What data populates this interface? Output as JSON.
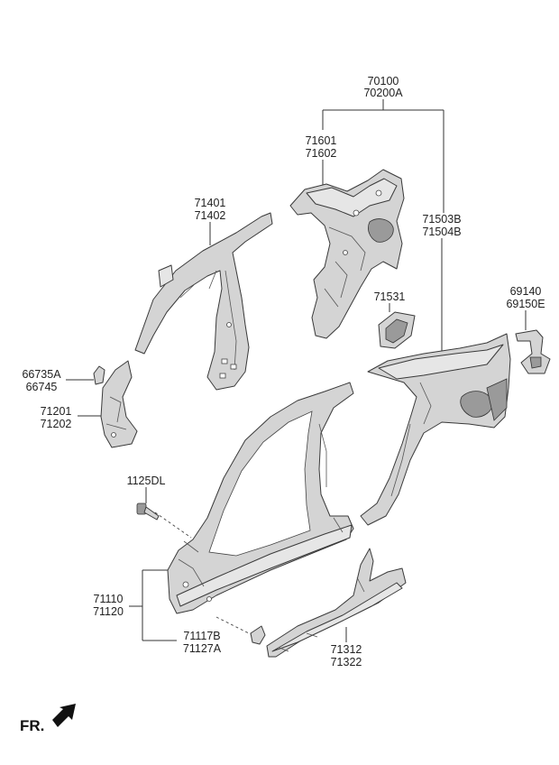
{
  "labels": {
    "side_outer_assy": [
      "70100",
      "70200A"
    ],
    "quarter_inner": [
      "71601",
      "71602"
    ],
    "roof_rail": [
      "71401",
      "71402"
    ],
    "quarter_outer": [
      "71503B",
      "71504B"
    ],
    "fuel_filler": [
      "71531"
    ],
    "bracket_rear": [
      "69140",
      "69150E"
    ],
    "clip": [
      "66735A",
      "66745"
    ],
    "front_pillar_inner": [
      "71201",
      "71202"
    ],
    "bolt": [
      "1125DL"
    ],
    "side_outer": [
      "71110",
      "71120"
    ],
    "reinforcement_small": [
      "71117B",
      "71127A"
    ],
    "sill_reinforcement": [
      "71312",
      "71322"
    ]
  },
  "direction": {
    "text": "FR."
  }
}
